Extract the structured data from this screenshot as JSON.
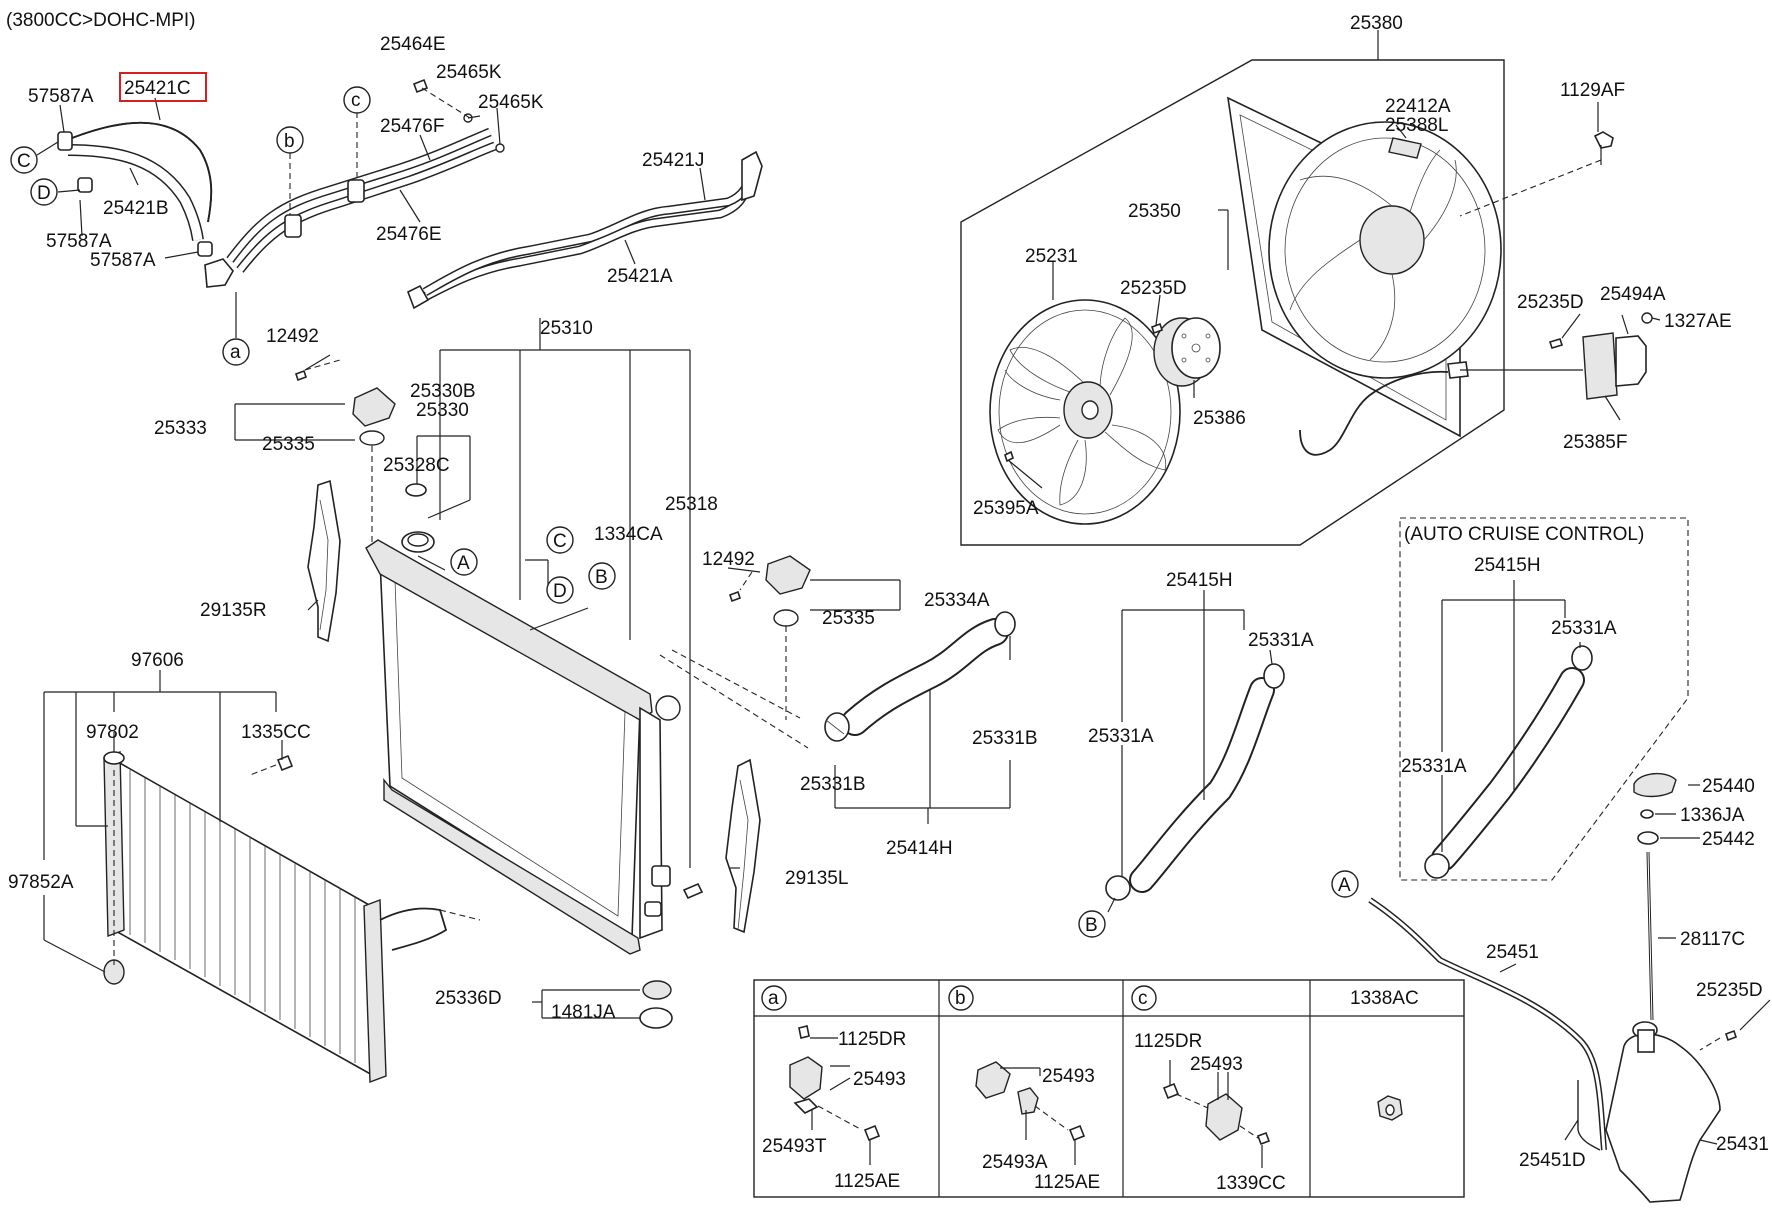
{
  "header": {
    "engine_note": "(3800CC>DOHC-MPI)"
  },
  "highlight_color": "#d62020",
  "labels": {
    "p57587A_1": "57587A",
    "p25421C": "25421C",
    "p25421B": "25421B",
    "p57587A_2": "57587A",
    "p57587A_3": "57587A",
    "p25464E": "25464E",
    "p25465K_1": "25465K",
    "p25465K_2": "25465K",
    "p25476F": "25476F",
    "p25476E": "25476E",
    "p25421J": "25421J",
    "p25421A": "25421A",
    "p25380": "25380",
    "p22412A": "22412A",
    "p25388L": "25388L",
    "p1129AF": "1129AF",
    "p25350": "25350",
    "p25231": "25231",
    "p25235D_1": "25235D",
    "p25235D_2": "25235D",
    "p25494A": "25494A",
    "p1327AE": "1327AE",
    "p25386": "25386",
    "p25385F": "25385F",
    "p25395A": "25395A",
    "p12492_1": "12492",
    "p25310": "25310",
    "p25330B": "25330B",
    "p25330": "25330",
    "p25333": "25333",
    "p25335_1": "25335",
    "p25328C": "25328C",
    "p25318": "25318",
    "p1334CA": "1334CA",
    "p12492_2": "12492",
    "p25334A": "25334A",
    "p25335_2": "25335",
    "p29135R": "29135R",
    "p97606": "97606",
    "p97802": "97802",
    "p1335CC": "1335CC",
    "p97852A": "97852A",
    "p25331B_1": "25331B",
    "p25331B_2": "25331B",
    "p25414H": "25414H",
    "p29135L": "29135L",
    "p25336D": "25336D",
    "p1481JA": "1481JA",
    "p25415H_1": "25415H",
    "p25331A_1": "25331A",
    "p25331A_2": "25331A",
    "auto_cruise": "(AUTO CRUISE CONTROL)",
    "p25415H_2": "25415H",
    "p25331A_3": "25331A",
    "p25331A_4": "25331A",
    "p25440": "25440",
    "p1336JA": "1336JA",
    "p25442": "25442",
    "p28117C": "28117C",
    "p25451": "25451",
    "p25235D_3": "25235D",
    "p25431": "25431",
    "p25451D": "25451D"
  },
  "callouts": {
    "c_top": "c",
    "b_top": "b",
    "a_top": "a",
    "C_left": "C",
    "D_left": "D",
    "A_rad": "A",
    "C_rad": "C",
    "D_rad": "D",
    "B_rad": "B",
    "B_hose": "B",
    "A_tank": "A"
  },
  "detail_table": {
    "headers": [
      "a",
      "b",
      "c",
      "1338AC"
    ],
    "cell_a": {
      "p1": "1125DR",
      "p2": "25493",
      "p3": "25493T",
      "p4": "1125AE"
    },
    "cell_b": {
      "p1": "25493",
      "p2": "25493A",
      "p3": "1125AE"
    },
    "cell_c": {
      "p1": "1125DR",
      "p2": "25493",
      "p3": "1339CC"
    }
  }
}
